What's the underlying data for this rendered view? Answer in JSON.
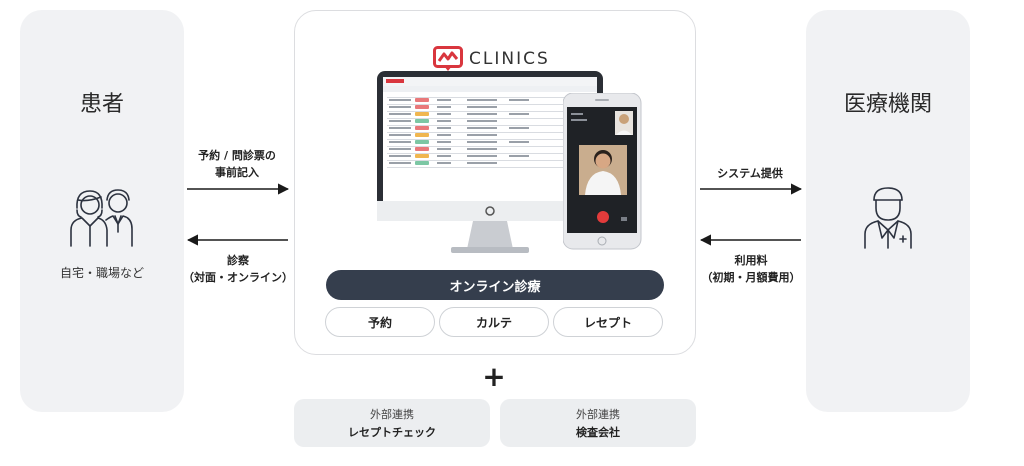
{
  "patient": {
    "title": "患者",
    "location": "自宅・職場など"
  },
  "institution": {
    "title": "医療機関"
  },
  "flows": {
    "left_to_center": [
      "予約 / 問診票の",
      "事前記入"
    ],
    "center_to_left": [
      "診察",
      "（対面・オンライン）"
    ],
    "center_to_right": [
      "システム提供"
    ],
    "right_to_center": [
      "利用料",
      "（初期・月額費用）"
    ]
  },
  "clinics": {
    "logo_text": "CLINICS",
    "main_service": "オンライン診療",
    "sub_services": [
      "予約",
      "カルテ",
      "レセプト"
    ]
  },
  "plus_sign": "+",
  "external_links": [
    {
      "category": "外部連携",
      "name": "レセプトチェック"
    },
    {
      "category": "外部連携",
      "name": "検査会社"
    }
  ],
  "colors": {
    "panel_bg": "#f1f2f4",
    "dark_pill": "#353e4d",
    "logo_red": "#d9363e",
    "arrow": "#1a1a1a"
  },
  "icons": {
    "patient": "two-people-icon",
    "institution": "doctor-icon",
    "logo": "clinics-logo-icon"
  }
}
